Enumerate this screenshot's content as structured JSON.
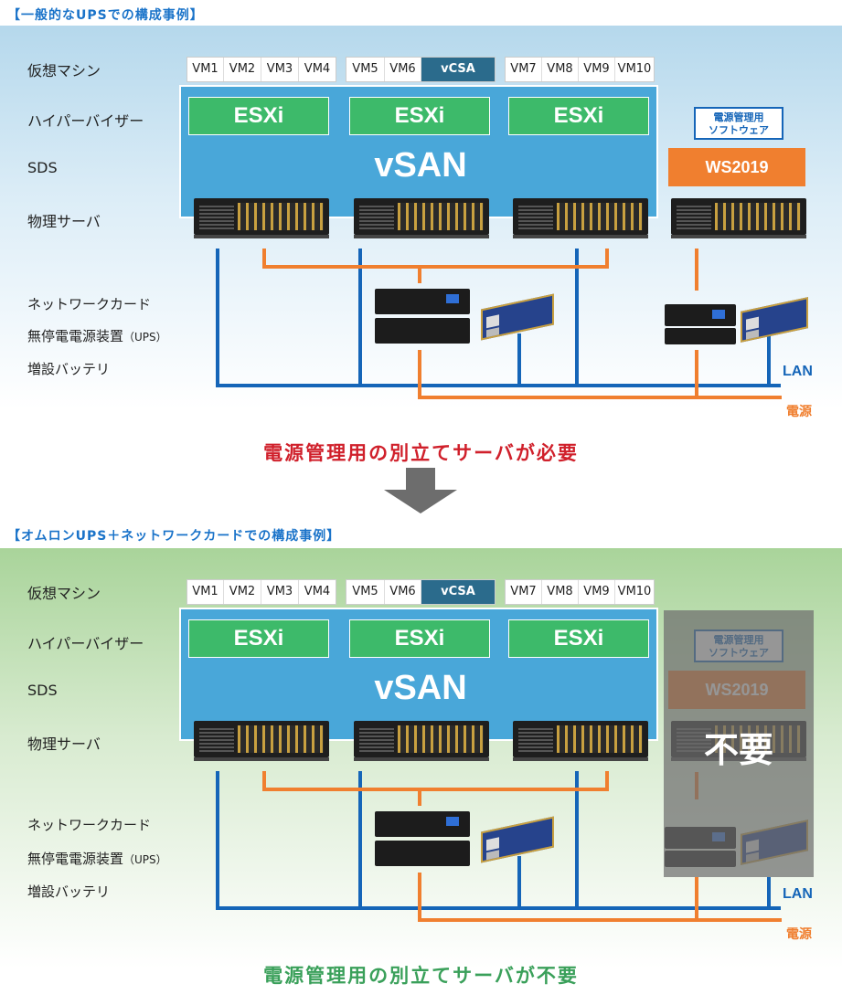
{
  "top": {
    "title": "【一般的なUPSでの構成事例】",
    "message": "電源管理用の別立てサーバが必要"
  },
  "bottom": {
    "title": "【オムロンUPS＋ネットワークカードでの構成事例】",
    "message": "電源管理用の別立てサーバが不要",
    "overlay_label": "不要"
  },
  "row_labels": {
    "vm": "仮想マシン",
    "hypervisor": "ハイパーバイザー",
    "sds": "SDS",
    "physical": "物理サーバ"
  },
  "device_labels": {
    "nic": "ネットワークカード",
    "ups_main": "無停電電源装置",
    "ups_suffix": "（UPS）",
    "battery": "増設バッテリ"
  },
  "vm_groups": [
    [
      "VM1",
      "VM2",
      "VM3",
      "VM4"
    ],
    [
      "VM5",
      "VM6",
      "vCSA"
    ],
    [
      "VM7",
      "VM8",
      "VM9",
      "VM10"
    ]
  ],
  "esxi_label": "ESXi",
  "vsan_label": "vSAN",
  "mgmt_software": {
    "line1": "電源管理用",
    "line2": "ソフトウェア"
  },
  "ws_label": "WS2019",
  "lan_label": "LAN",
  "power_label": "電源",
  "colors": {
    "lan": "#1565b8",
    "power": "#f07f2f",
    "must_message": "#d0202b",
    "not_needed_message": "#3aa05a",
    "cluster": "#49a7d9",
    "esxi": "#3dba6a"
  }
}
